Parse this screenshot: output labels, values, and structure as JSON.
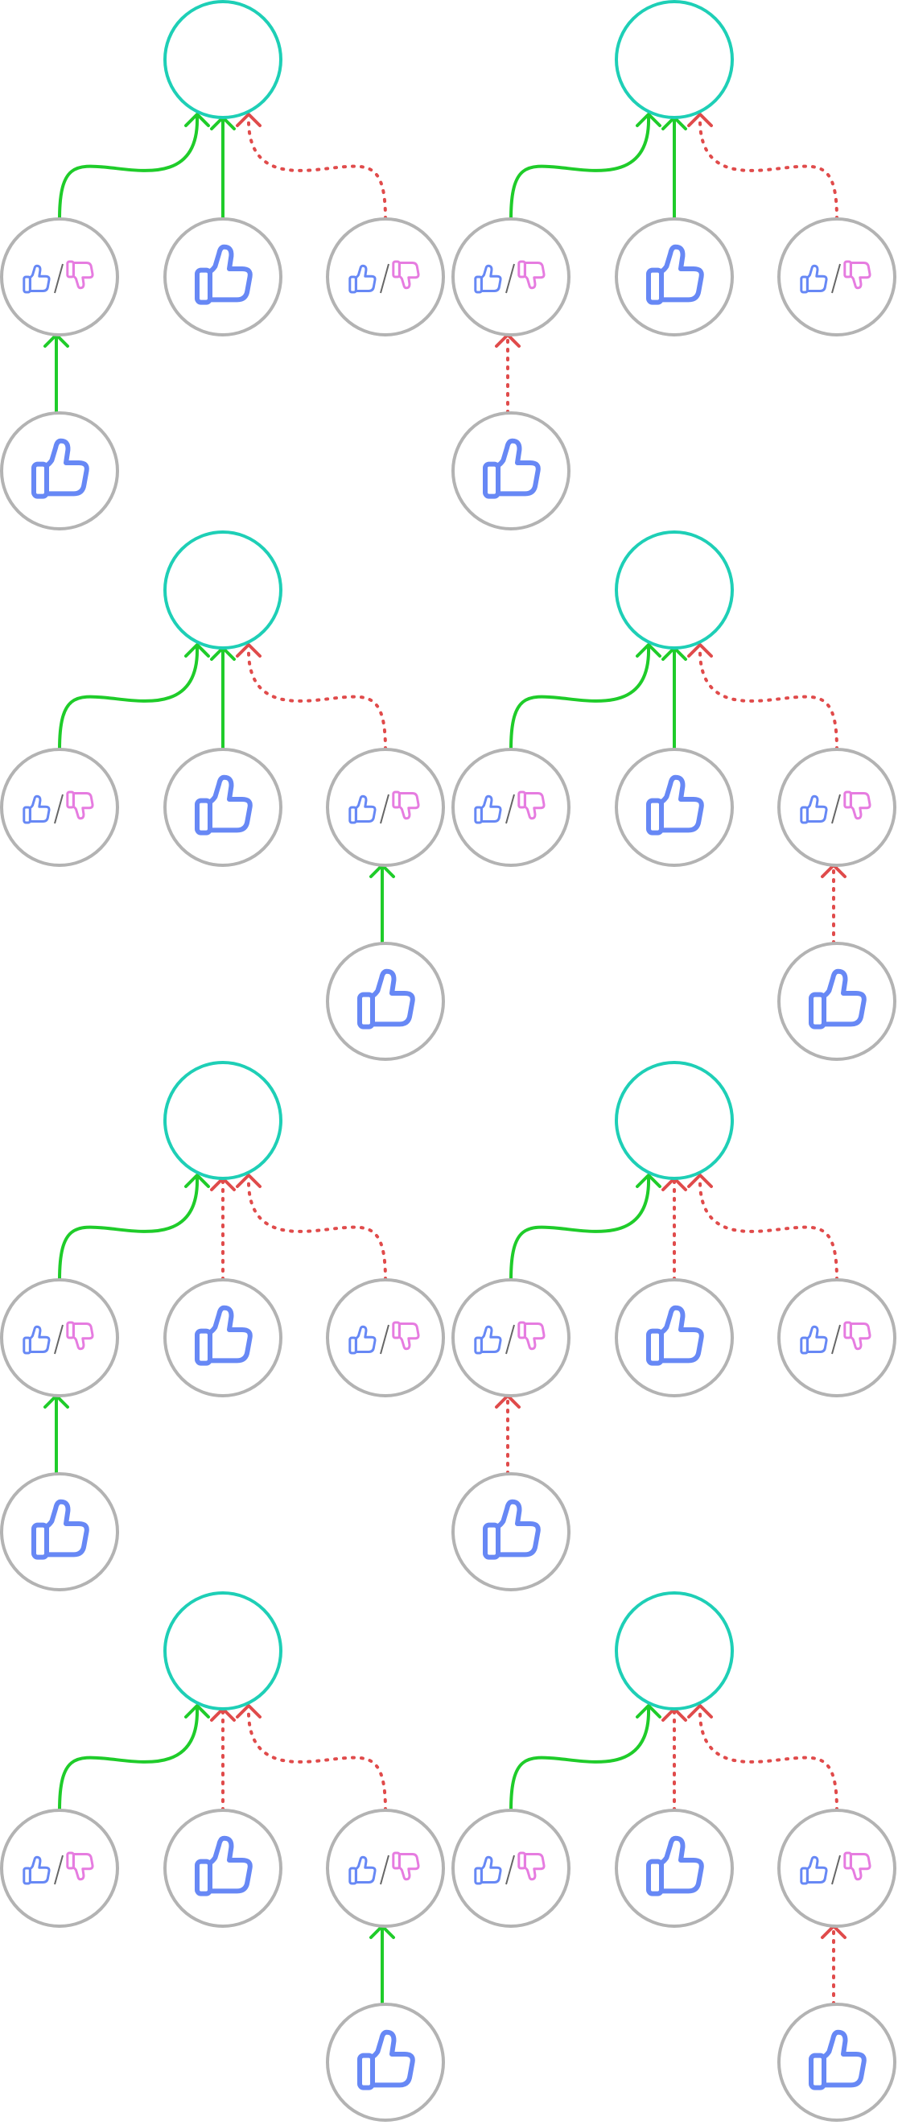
{
  "colors": {
    "root_stroke": "#1ecfb6",
    "node_stroke": "#b3b3b3",
    "support_edge": "#1fcc2a",
    "attack_edge": "#e04b4b",
    "thumb_up": "#6788f5",
    "thumb_down": "#e67ce0"
  },
  "icons": {
    "root": "empty-circle",
    "mixed_node": "thumbs-up-slash-thumbs-down-icon",
    "support_node": "thumbs-up-icon"
  },
  "diagrams": [
    {
      "middle_edge": "support",
      "leaf_under": "left",
      "leaf_edge": "support"
    },
    {
      "middle_edge": "support",
      "leaf_under": "left",
      "leaf_edge": "attack"
    },
    {
      "middle_edge": "support",
      "leaf_under": "right",
      "leaf_edge": "support"
    },
    {
      "middle_edge": "support",
      "leaf_under": "right",
      "leaf_edge": "attack"
    },
    {
      "middle_edge": "attack",
      "leaf_under": "left",
      "leaf_edge": "support"
    },
    {
      "middle_edge": "attack",
      "leaf_under": "left",
      "leaf_edge": "attack"
    },
    {
      "middle_edge": "attack",
      "leaf_under": "right",
      "leaf_edge": "support"
    },
    {
      "middle_edge": "attack",
      "leaf_under": "right",
      "leaf_edge": "attack"
    }
  ]
}
